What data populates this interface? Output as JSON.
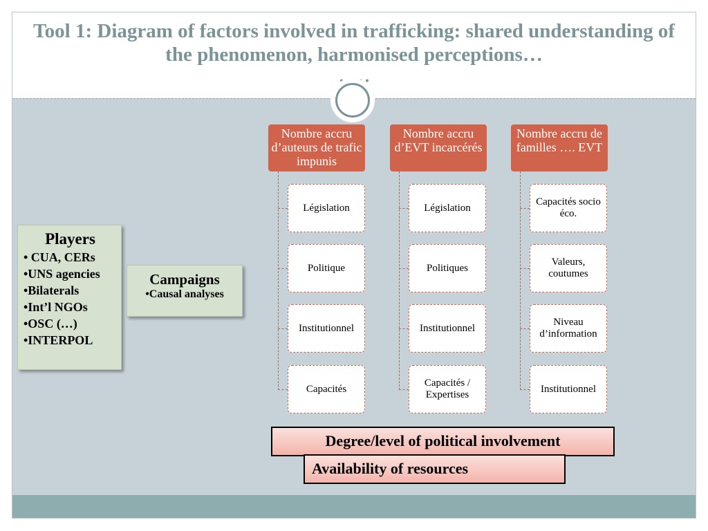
{
  "title": "Tool 1: Diagram of factors involved in trafficking: shared understanding of the phenomenon, harmonised perceptions…",
  "players": {
    "heading": "Players",
    "items": [
      "• CUA, CERs",
      "•UNS agencies",
      "•Bilaterals",
      "•Int’l NGOs",
      "•OSC (…)",
      "•INTERPOL"
    ]
  },
  "campaigns": {
    "heading": "Campaigns",
    "sub": "•Causal analyses"
  },
  "columns": [
    {
      "head": "Nombre accru d’auteurs de trafic impunis",
      "children": [
        "Législation",
        "Politique",
        "Institutionnel",
        "Capacités"
      ]
    },
    {
      "head": "Nombre accru d’EVT incarcérés",
      "children": [
        "Législation",
        "Politiques",
        "Institutionnel",
        "Capacités / Expertises"
      ]
    },
    {
      "head": "Nombre accru de familles  …. EVT",
      "children": [
        "Capacités socio éco.",
        "Valeurs, coutumes",
        "Niveau d’information",
        "Institutionnel"
      ]
    }
  ],
  "bars": {
    "degree": "Degree/level of political involvement",
    "availability": "Availability of resources"
  },
  "colors": {
    "accent_orange": "#d0634b",
    "title_teal": "#7a9498",
    "panel_blue_grey": "#c7d2d8",
    "box_green": "#d6e1d0",
    "footer_teal": "#8eadae"
  }
}
